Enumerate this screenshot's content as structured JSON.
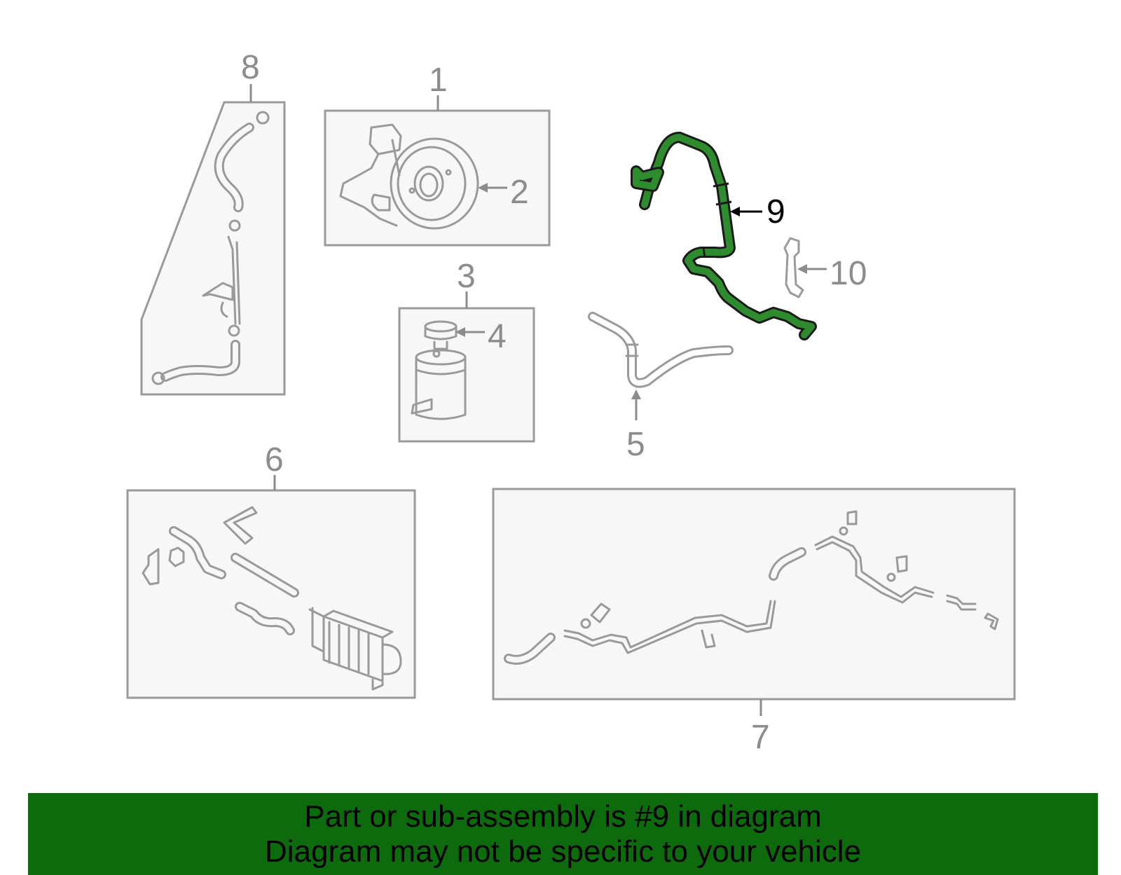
{
  "callouts": {
    "c1": "1",
    "c2": "2",
    "c3": "3",
    "c4": "4",
    "c5": "5",
    "c6": "6",
    "c7": "7",
    "c8": "8",
    "c9": "9",
    "c10": "10"
  },
  "highlighted_part": "9",
  "colors": {
    "highlight": "#2e8b2e",
    "banner": "#0d6b0d",
    "line": "#9a9a9a"
  },
  "banner": {
    "line1": "Part or sub-assembly is #9 in diagram",
    "line2": "Diagram may not be specific to your vehicle"
  }
}
